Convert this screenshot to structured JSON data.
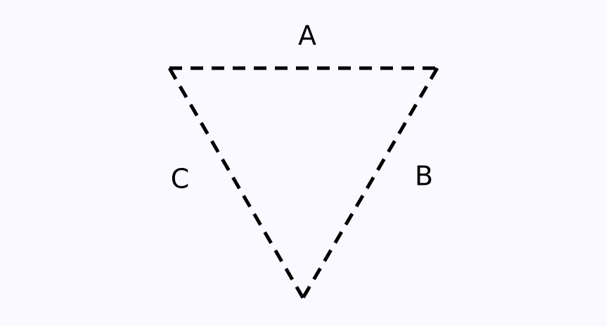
{
  "diagram": {
    "type": "triangle",
    "line_style": "dashed",
    "colors": {
      "background": "#f9f9ff",
      "stroke": "#000000",
      "text": "#000000"
    },
    "labels": {
      "top_edge": "A",
      "right_edge": "B",
      "left_edge": "C"
    }
  }
}
